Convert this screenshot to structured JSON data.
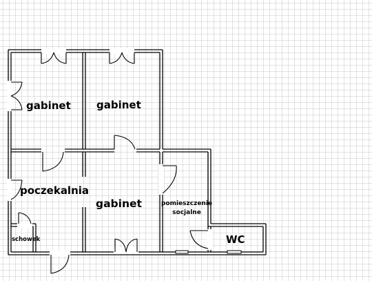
{
  "rooms": {
    "gabinet_1": "gabinet",
    "gabinet_2": "gabinet",
    "poczekalnia": "poczekalnia",
    "gabinet_3": "gabinet",
    "pomieszczenie_line1": "pomieszczenie",
    "pomieszczenie_line2": "socjalne",
    "schowek": "schowek",
    "wc": "WC"
  },
  "colors": {
    "grid": "#b5b5b5",
    "wall": "#000000",
    "background": "#ffffff"
  }
}
